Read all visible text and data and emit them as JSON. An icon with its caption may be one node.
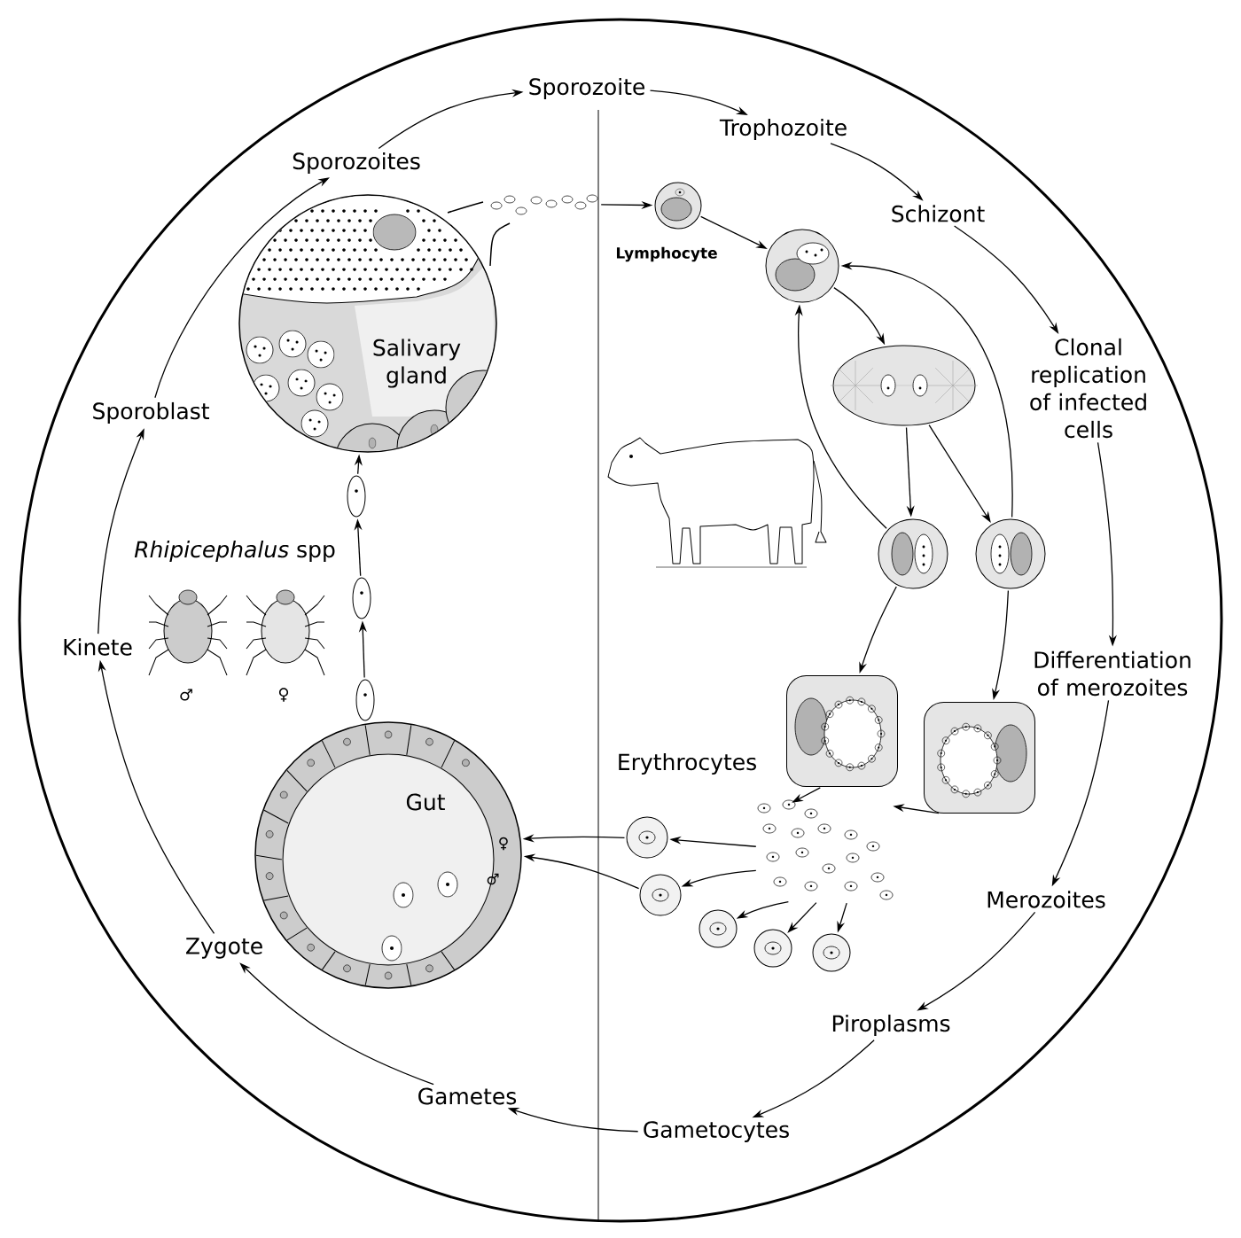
{
  "diagram": {
    "nodes": [
      {
        "text": [
          "Sporozoite"
        ]
      },
      {
        "text": [
          "Trophozoite"
        ]
      },
      {
        "text": [
          "Schizont"
        ]
      },
      {
        "text": [
          "Clonal replication of infected cells"
        ]
      },
      {
        "text": [
          "Differentiation of merozoites"
        ]
      },
      {
        "text": [
          "Merozoites"
        ]
      },
      {
        "text": [
          "Piroplasms"
        ]
      },
      {
        "text": [
          "Gametocytes"
        ]
      },
      {
        "text": [
          "Gametes"
        ]
      },
      {
        "text": [
          "Zygote"
        ]
      },
      {
        "text": [
          "Kinete"
        ]
      },
      {
        "text": [
          "Sporoblast"
        ]
      },
      {
        "text": [
          "Sporozoites"
        ]
      },
      {
        "text": [
          "Salivary gland"
        ]
      },
      {
        "text": [
          "Gut"
        ]
      },
      {
        "text": [],
        "shape": "circle",
        "beside": [
          "Lymphocyte"
        ]
      },
      {
        "text": [],
        "shape": "circle"
      },
      {
        "text": [],
        "shape": "oval"
      },
      {
        "text": [],
        "shape": "circle"
      },
      {
        "text": [],
        "shape": "circle"
      },
      {
        "text": [],
        "shape": "box"
      },
      {
        "text": [],
        "shape": "box"
      },
      {
        "text": [],
        "shape": "circle"
      },
      {
        "text": [],
        "shape": "circle"
      },
      {
        "text": [],
        "shape": "circle"
      },
      {
        "text": [],
        "shape": "circle"
      },
      {
        "text": [],
        "shape": "circle"
      },
      {
        "text": [],
        "shape": "oval"
      },
      {
        "text": [],
        "shape": "oval"
      },
      {
        "text": [],
        "shape": "oval"
      },
      {
        "text": [],
        "shape": "dots"
      },
      {
        "text": [],
        "shape": "dots"
      }
    ],
    "edges": [
      {
        "from": 12,
        "to": 0,
        "arrow": "to"
      },
      {
        "from": 0,
        "to": 1,
        "arrow": "to"
      },
      {
        "from": 1,
        "to": 2,
        "arrow": "to"
      },
      {
        "from": 2,
        "to": 3,
        "arrow": "to"
      },
      {
        "from": 3,
        "to": 4,
        "arrow": "to"
      },
      {
        "from": 4,
        "to": 5,
        "arrow": "to"
      },
      {
        "from": 5,
        "to": 6,
        "arrow": "to"
      },
      {
        "from": 6,
        "to": 7,
        "arrow": "to"
      },
      {
        "from": 7,
        "to": 8,
        "arrow": "to"
      },
      {
        "from": 8,
        "to": 9,
        "arrow": "to"
      },
      {
        "from": 9,
        "to": 10,
        "arrow": "to"
      },
      {
        "from": 10,
        "to": 11,
        "arrow": "to"
      },
      {
        "from": 11,
        "to": 12,
        "arrow": "to"
      },
      {
        "from": 30,
        "to": 15,
        "arrow": "to"
      },
      {
        "from": 27,
        "to": 28,
        "arrow": "to"
      },
      {
        "from": 28,
        "to": 29,
        "arrow": "to"
      },
      {
        "from": 29,
        "to": 13,
        "arrow": "to"
      },
      {
        "from": 15,
        "to": 16,
        "arrow": "to"
      },
      {
        "from": 16,
        "to": 17,
        "arrow": "to"
      },
      {
        "from": 17,
        "to": 18,
        "arrow": "to"
      },
      {
        "from": 17,
        "to": 19,
        "arrow": "to"
      },
      {
        "from": 18,
        "to": 16,
        "arrow": "to"
      },
      {
        "from": 19,
        "to": 16,
        "arrow": "to"
      },
      {
        "from": 18,
        "to": 20,
        "arrow": "to"
      },
      {
        "from": 19,
        "to": 21,
        "arrow": "to"
      },
      {
        "from": 20,
        "to": 31,
        "arrow": "to"
      },
      {
        "from": 21,
        "to": 31,
        "arrow": "to"
      },
      {
        "from": 31,
        "to": 22,
        "arrow": "to"
      },
      {
        "from": 31,
        "to": 23,
        "arrow": "to"
      },
      {
        "from": 31,
        "to": 24,
        "arrow": "to"
      },
      {
        "from": 31,
        "to": 25,
        "arrow": "to"
      },
      {
        "from": 31,
        "to": 26,
        "arrow": "to"
      },
      {
        "from": 22,
        "to": 14,
        "arrow": "to"
      },
      {
        "from": 23,
        "to": 14,
        "arrow": "to"
      }
    ],
    "labels": [
      "*Rhipicephalus* spp",
      "♂",
      "♀",
      "Erythrocytes",
      "♀",
      "♂"
    ]
  }
}
